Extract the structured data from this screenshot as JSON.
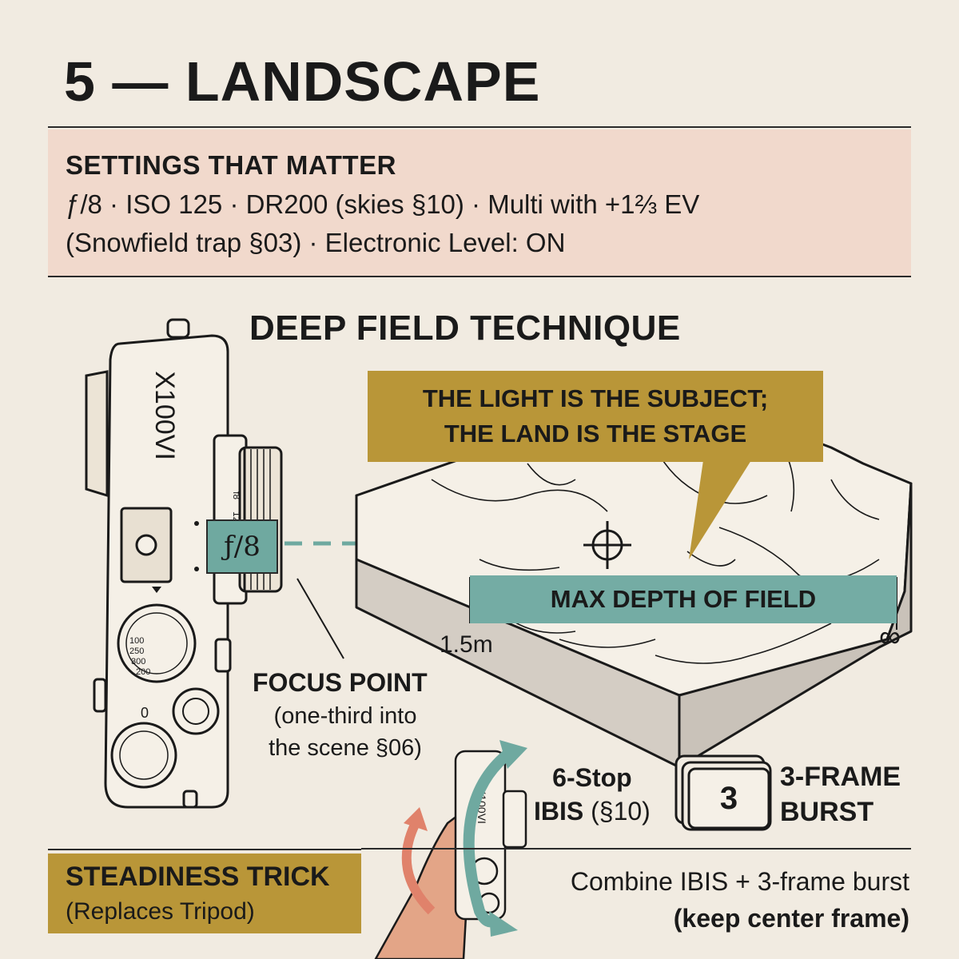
{
  "header": {
    "title": "5 — LANDSCAPE"
  },
  "settings": {
    "heading": "SETTINGS THAT MATTER",
    "line1": "ƒ/8 · ISO 125 · DR200 (skies §10) · Multi with +1⅔ EV",
    "line2": "(Snowfield trap §03) · Electronic Level: ON"
  },
  "technique": {
    "heading": "DEEP FIELD TECHNIQUE",
    "callout_line1": "THE LIGHT IS THE SUBJECT;",
    "callout_line2": "THE LAND IS THE STAGE",
    "aperture_label": "ƒ/8",
    "dof_label": "MAX DEPTH OF FIELD",
    "near_distance": "1.5m",
    "far_distance": "∞",
    "focus_heading": "FOCUS POINT",
    "focus_line1": "(one-third into",
    "focus_line2": "the scene §06)"
  },
  "camera": {
    "model": "X100VI",
    "lens_marks": [
      "f8",
      "12"
    ],
    "iso_marks": [
      "100",
      "250",
      "300",
      "200"
    ],
    "dial_zero": "0",
    "aperture_mark_icon": "triangle-marker-icon"
  },
  "steadiness": {
    "ibis_line1": "6-Stop",
    "ibis_line2_bold": "IBIS",
    "ibis_line2_ref": " (§10)",
    "burst_count": "3",
    "burst_line1": "3-FRAME",
    "burst_line2": "BURST",
    "trick_heading": "STEADINESS TRICK",
    "trick_sub": "(Replaces Tripod)",
    "combine_line1": "Combine IBIS + 3-frame burst",
    "combine_line2": "(keep center frame)"
  },
  "colors": {
    "background": "#f1ebe1",
    "settings_panel": "#f1d9cc",
    "gold": "#b99638",
    "teal": "#6fa9a0",
    "coral": "#e0826b"
  }
}
